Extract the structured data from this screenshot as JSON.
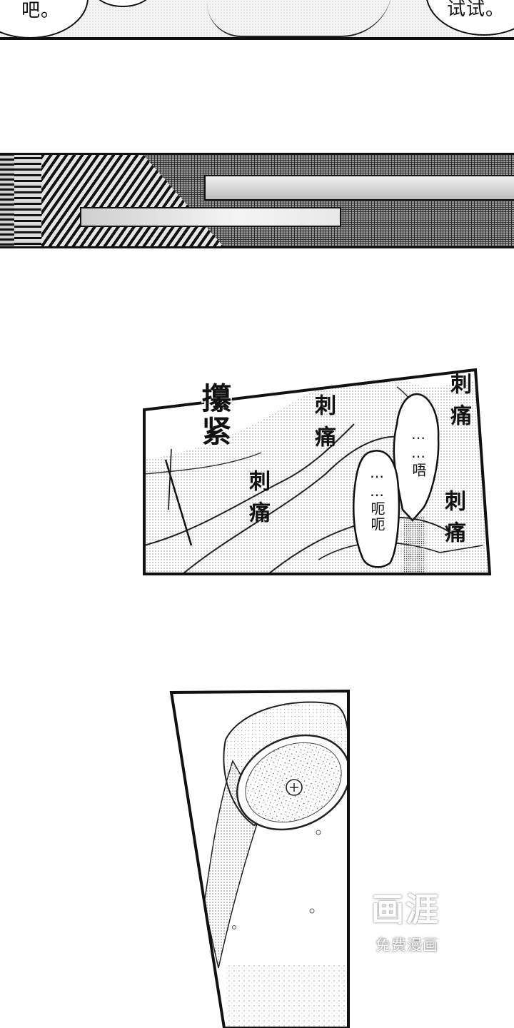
{
  "top_panel": {
    "bubble_left_text": "吧。",
    "bubble_right_text": "试试。"
  },
  "hand_panel": {
    "sfx_grip": "攥紧",
    "sfx_sting_1": "刺痛",
    "sfx_sting_2": "刺痛",
    "sfx_sting_3": "刺痛",
    "sfx_sting_4": "刺痛",
    "speech_1": "……唔",
    "speech_2": "……呃呃"
  },
  "watermark": {
    "logo": "画涯",
    "subtitle": "免费漫画"
  }
}
